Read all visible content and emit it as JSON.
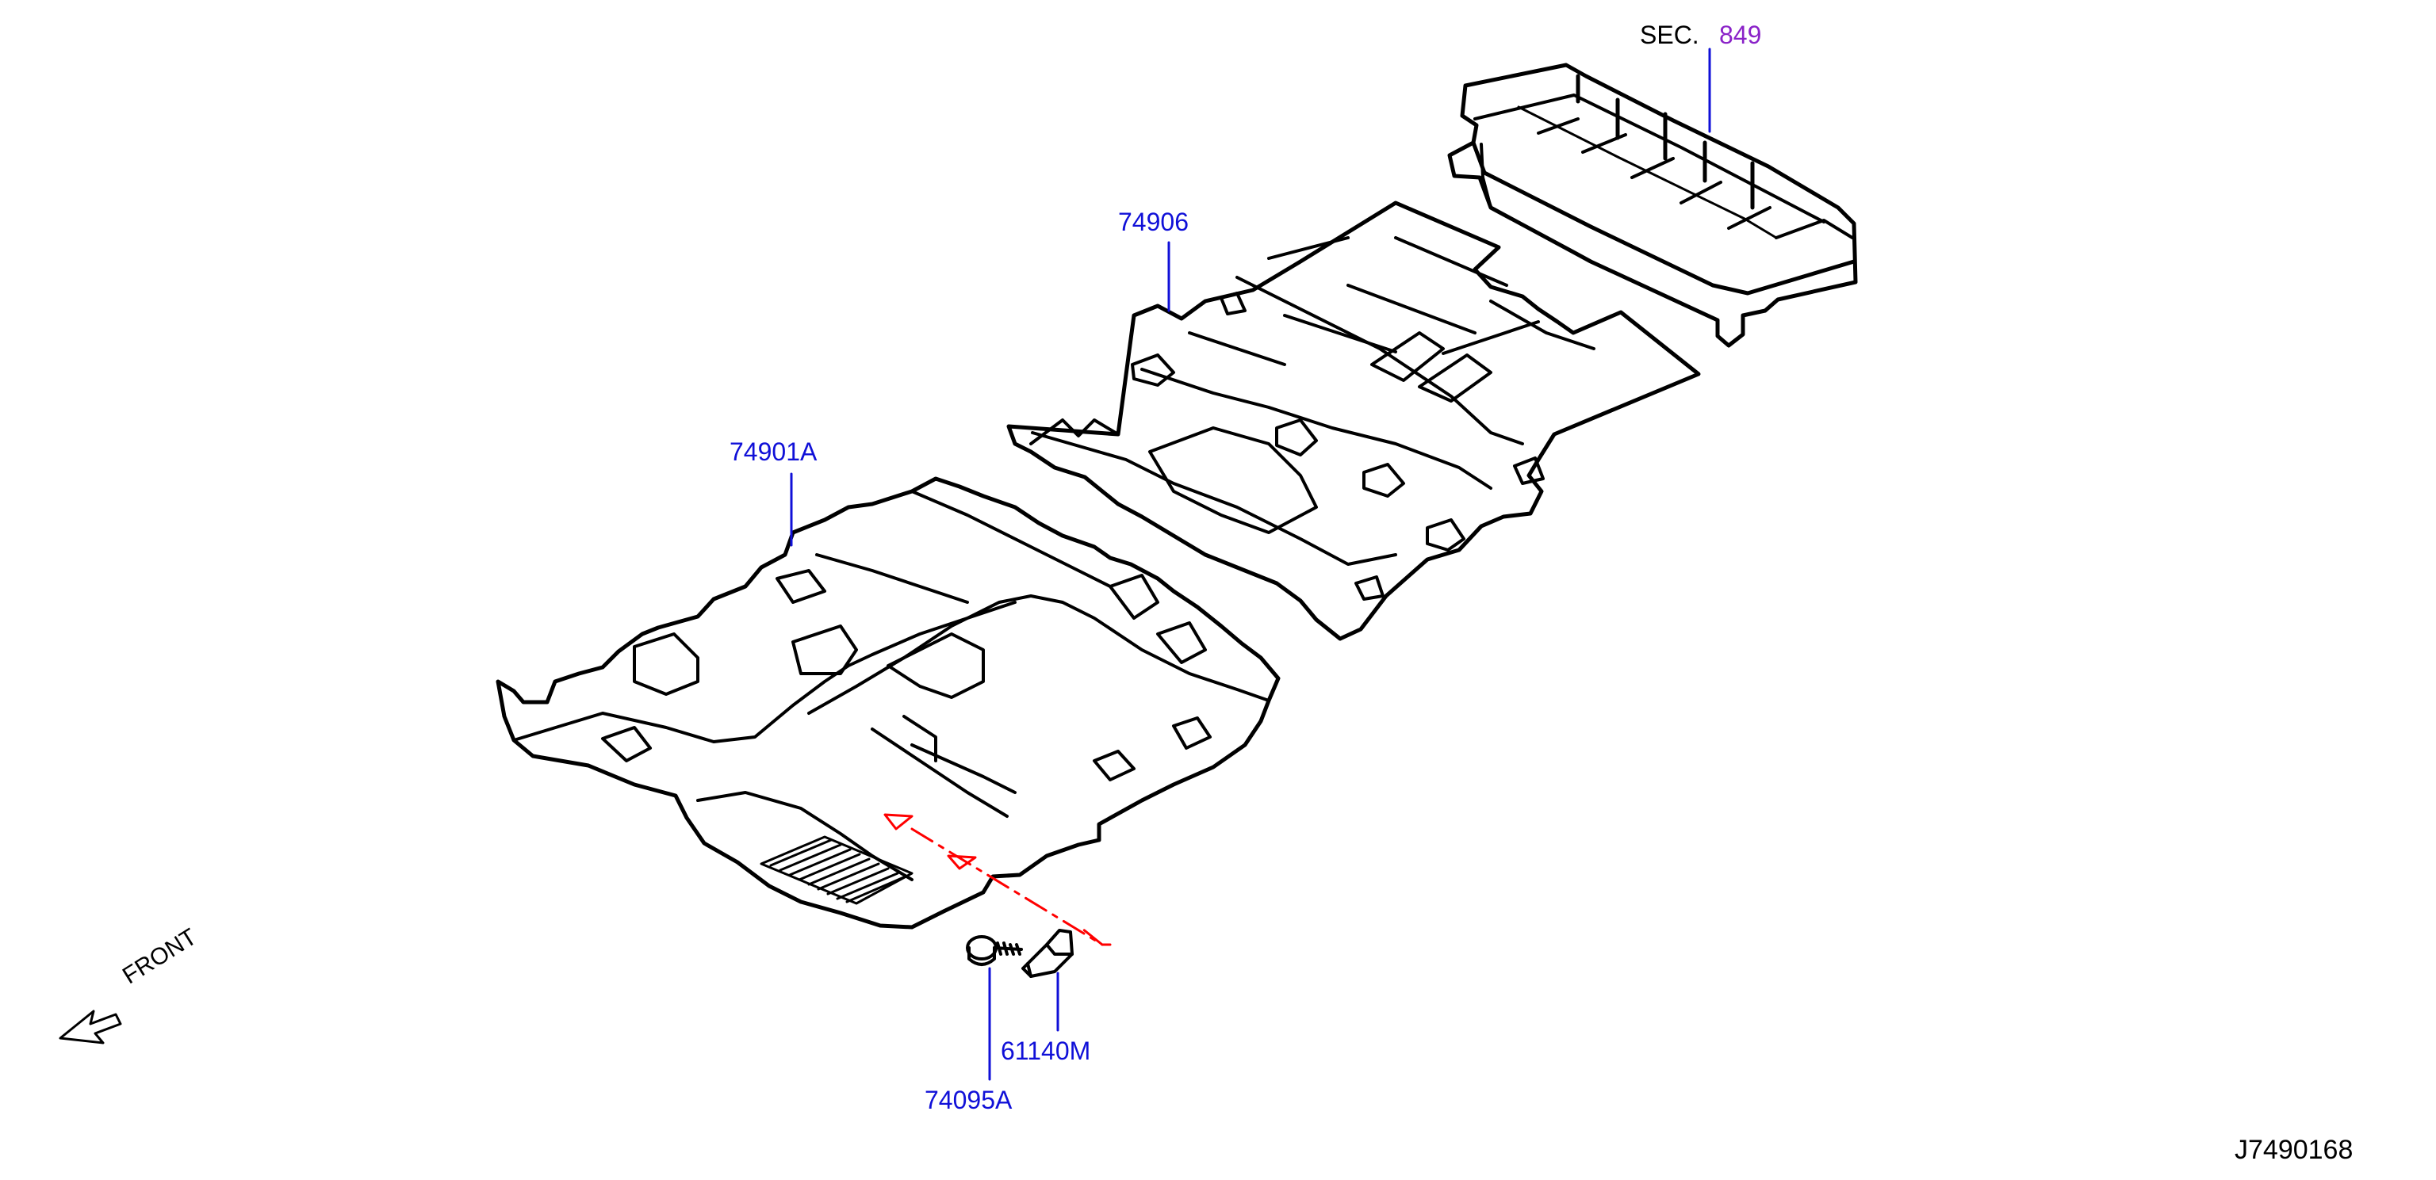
{
  "section": {
    "prefix": "SEC.",
    "number": "849"
  },
  "parts": [
    {
      "id": "74906"
    },
    {
      "id": "74901A"
    },
    {
      "id": "61140M"
    },
    {
      "id": "74095A"
    }
  ],
  "direction": {
    "label": "FRONT"
  },
  "drawing_id": "J7490168",
  "colors": {
    "callout": "#1010d8",
    "section_ref": "#8a22c8",
    "phantom_line": "#ff0000",
    "line_art": "#000000"
  }
}
